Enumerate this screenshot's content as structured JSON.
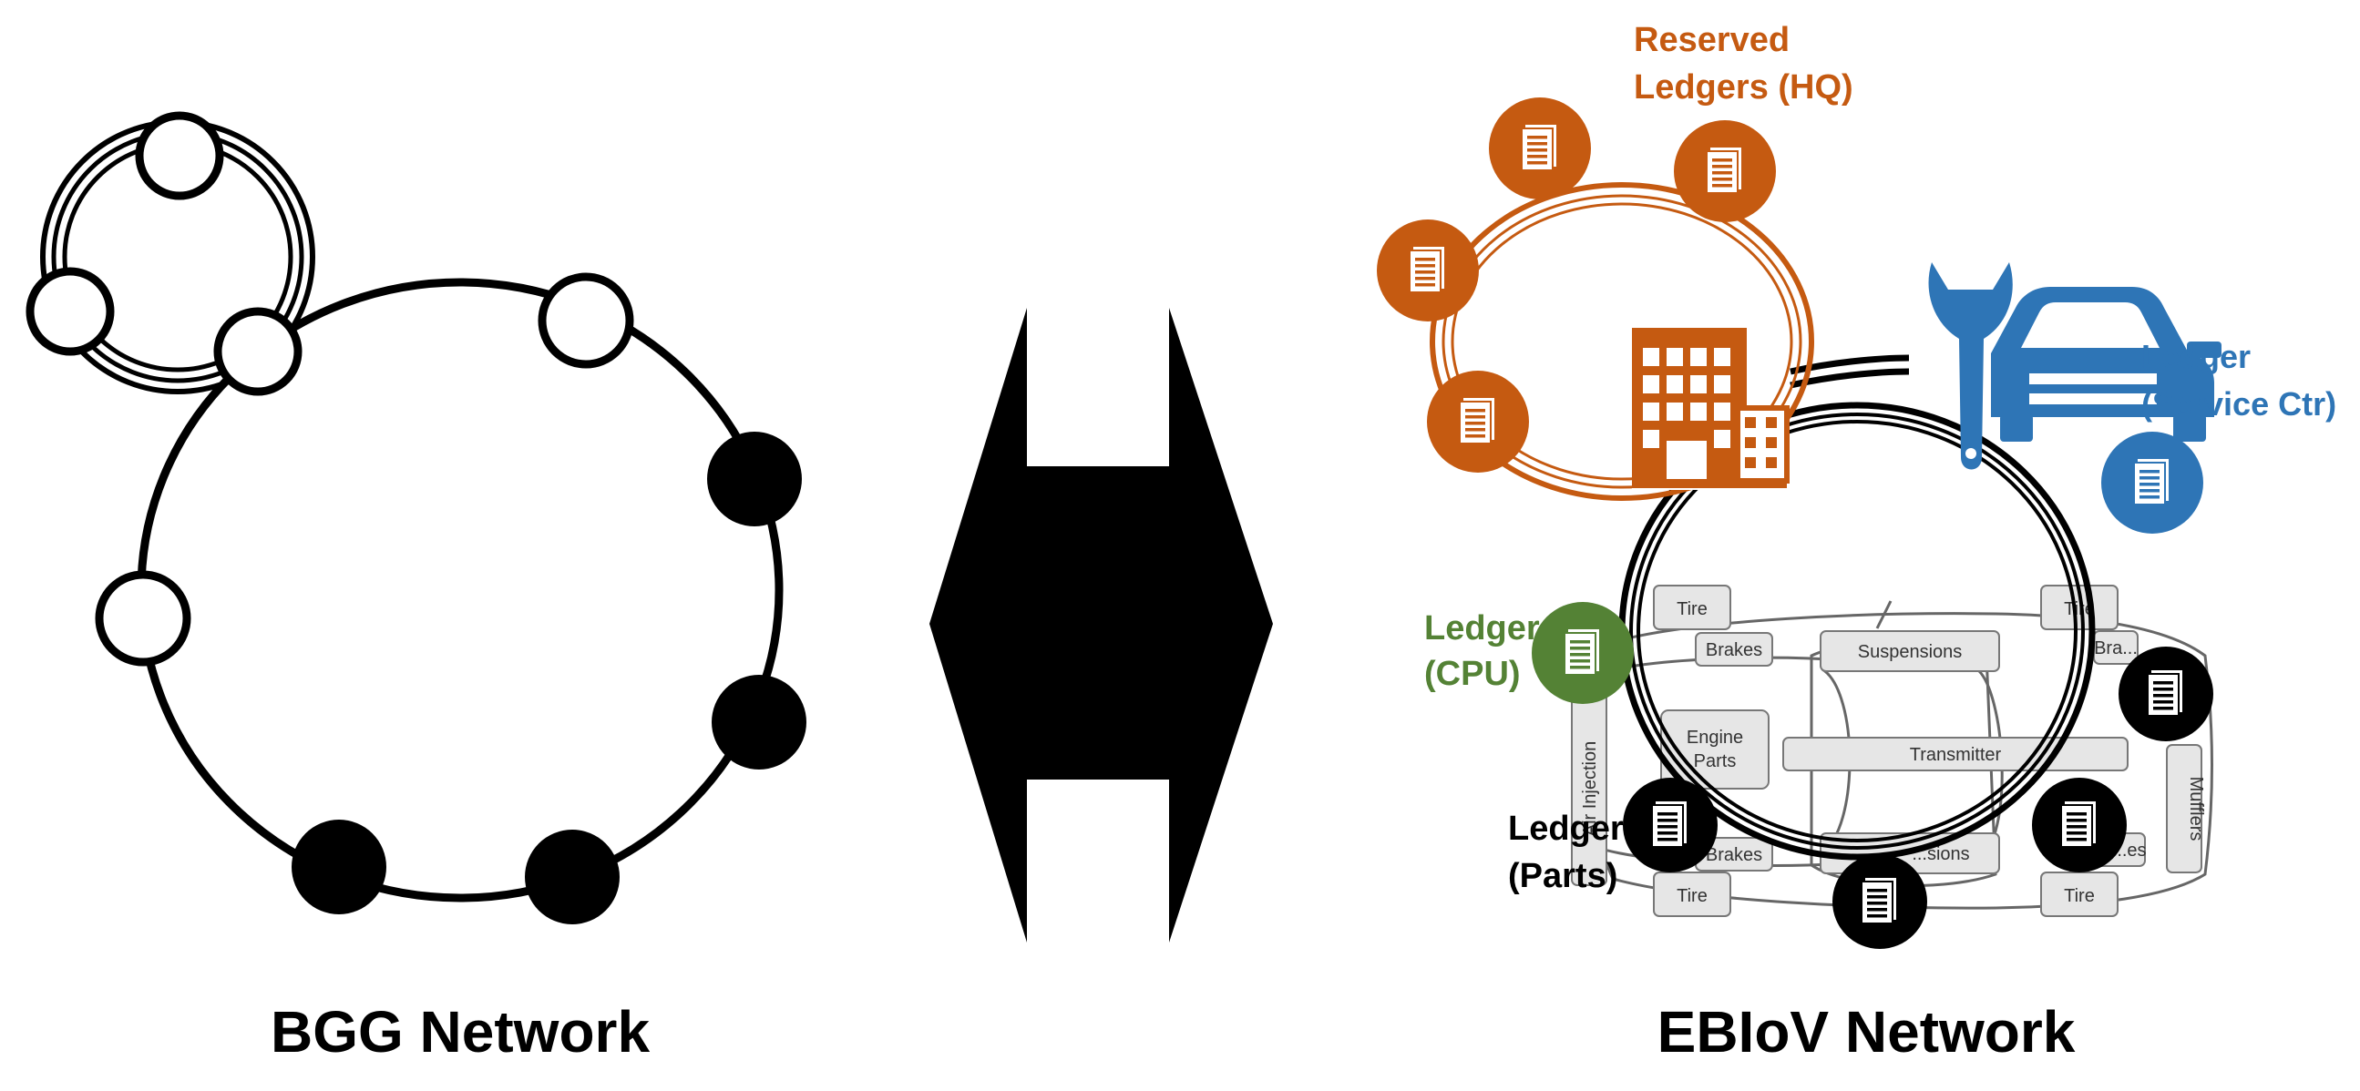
{
  "colors": {
    "orange": "#c55a11",
    "blue": "#2e75b6",
    "green": "#548235",
    "black": "#000000"
  },
  "bgg": {
    "title": "BGG Network"
  },
  "ebiov": {
    "title": "EBIoV Network",
    "hq_label_line1": "Reserved",
    "hq_label_line2": "Ledgers (HQ)",
    "service_label_line1": "Ledger",
    "service_label_line2": "(Service Ctr)",
    "cpu_label_line1": "Ledger",
    "cpu_label_line2": "(CPU)",
    "parts_label_line1": "Ledger",
    "parts_label_line2": "(Parts)"
  },
  "car_parts": {
    "tire": "Tire",
    "brakes": "Brakes",
    "suspensions": "Suspensions",
    "engine_line1": "Engine",
    "engine_line2": "Parts",
    "transmitter": "Transmitter",
    "air_injection": "Air Injection",
    "mufflers": "Mufflers",
    "suspensions_partial": "...sions",
    "brakes_partial_right": "Bra...",
    "brakes_partial_bottom_right": "B...es"
  }
}
